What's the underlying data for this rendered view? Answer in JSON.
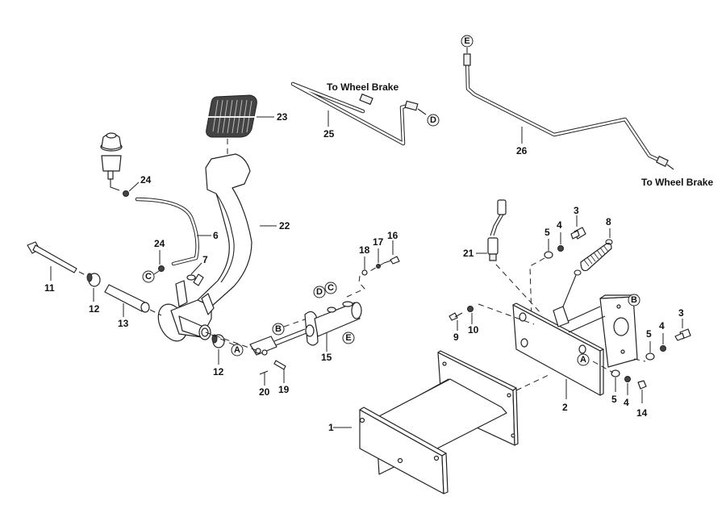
{
  "diagram": {
    "type": "exploded-parts-view",
    "notes": {
      "to_wheel_brake_1": "To Wheel Brake",
      "to_wheel_brake_2": "To Wheel Brake"
    },
    "callouts": {
      "p1": "1",
      "p2": "2",
      "p3a": "3",
      "p3b": "3",
      "p4a": "4",
      "p4b": "4",
      "p4c": "4",
      "p5a": "5",
      "p5b": "5",
      "p5c": "5",
      "p6": "6",
      "p7": "7",
      "p8": "8",
      "p9": "9",
      "p10": "10",
      "p11": "11",
      "p12a": "12",
      "p12b": "12",
      "p13": "13",
      "p14": "14",
      "p15": "15",
      "p16": "16",
      "p17": "17",
      "p18": "18",
      "p19": "19",
      "p20": "20",
      "p21": "21",
      "p22": "22",
      "p23": "23",
      "p24a": "24",
      "p24b": "24",
      "p25": "25",
      "p26": "26"
    },
    "connection_refs": {
      "A1": "A",
      "A2": "A",
      "B1": "B",
      "B2": "B",
      "C1": "C",
      "C2": "C",
      "D1": "D",
      "D2": "D",
      "E1": "E",
      "E2": "E"
    }
  }
}
